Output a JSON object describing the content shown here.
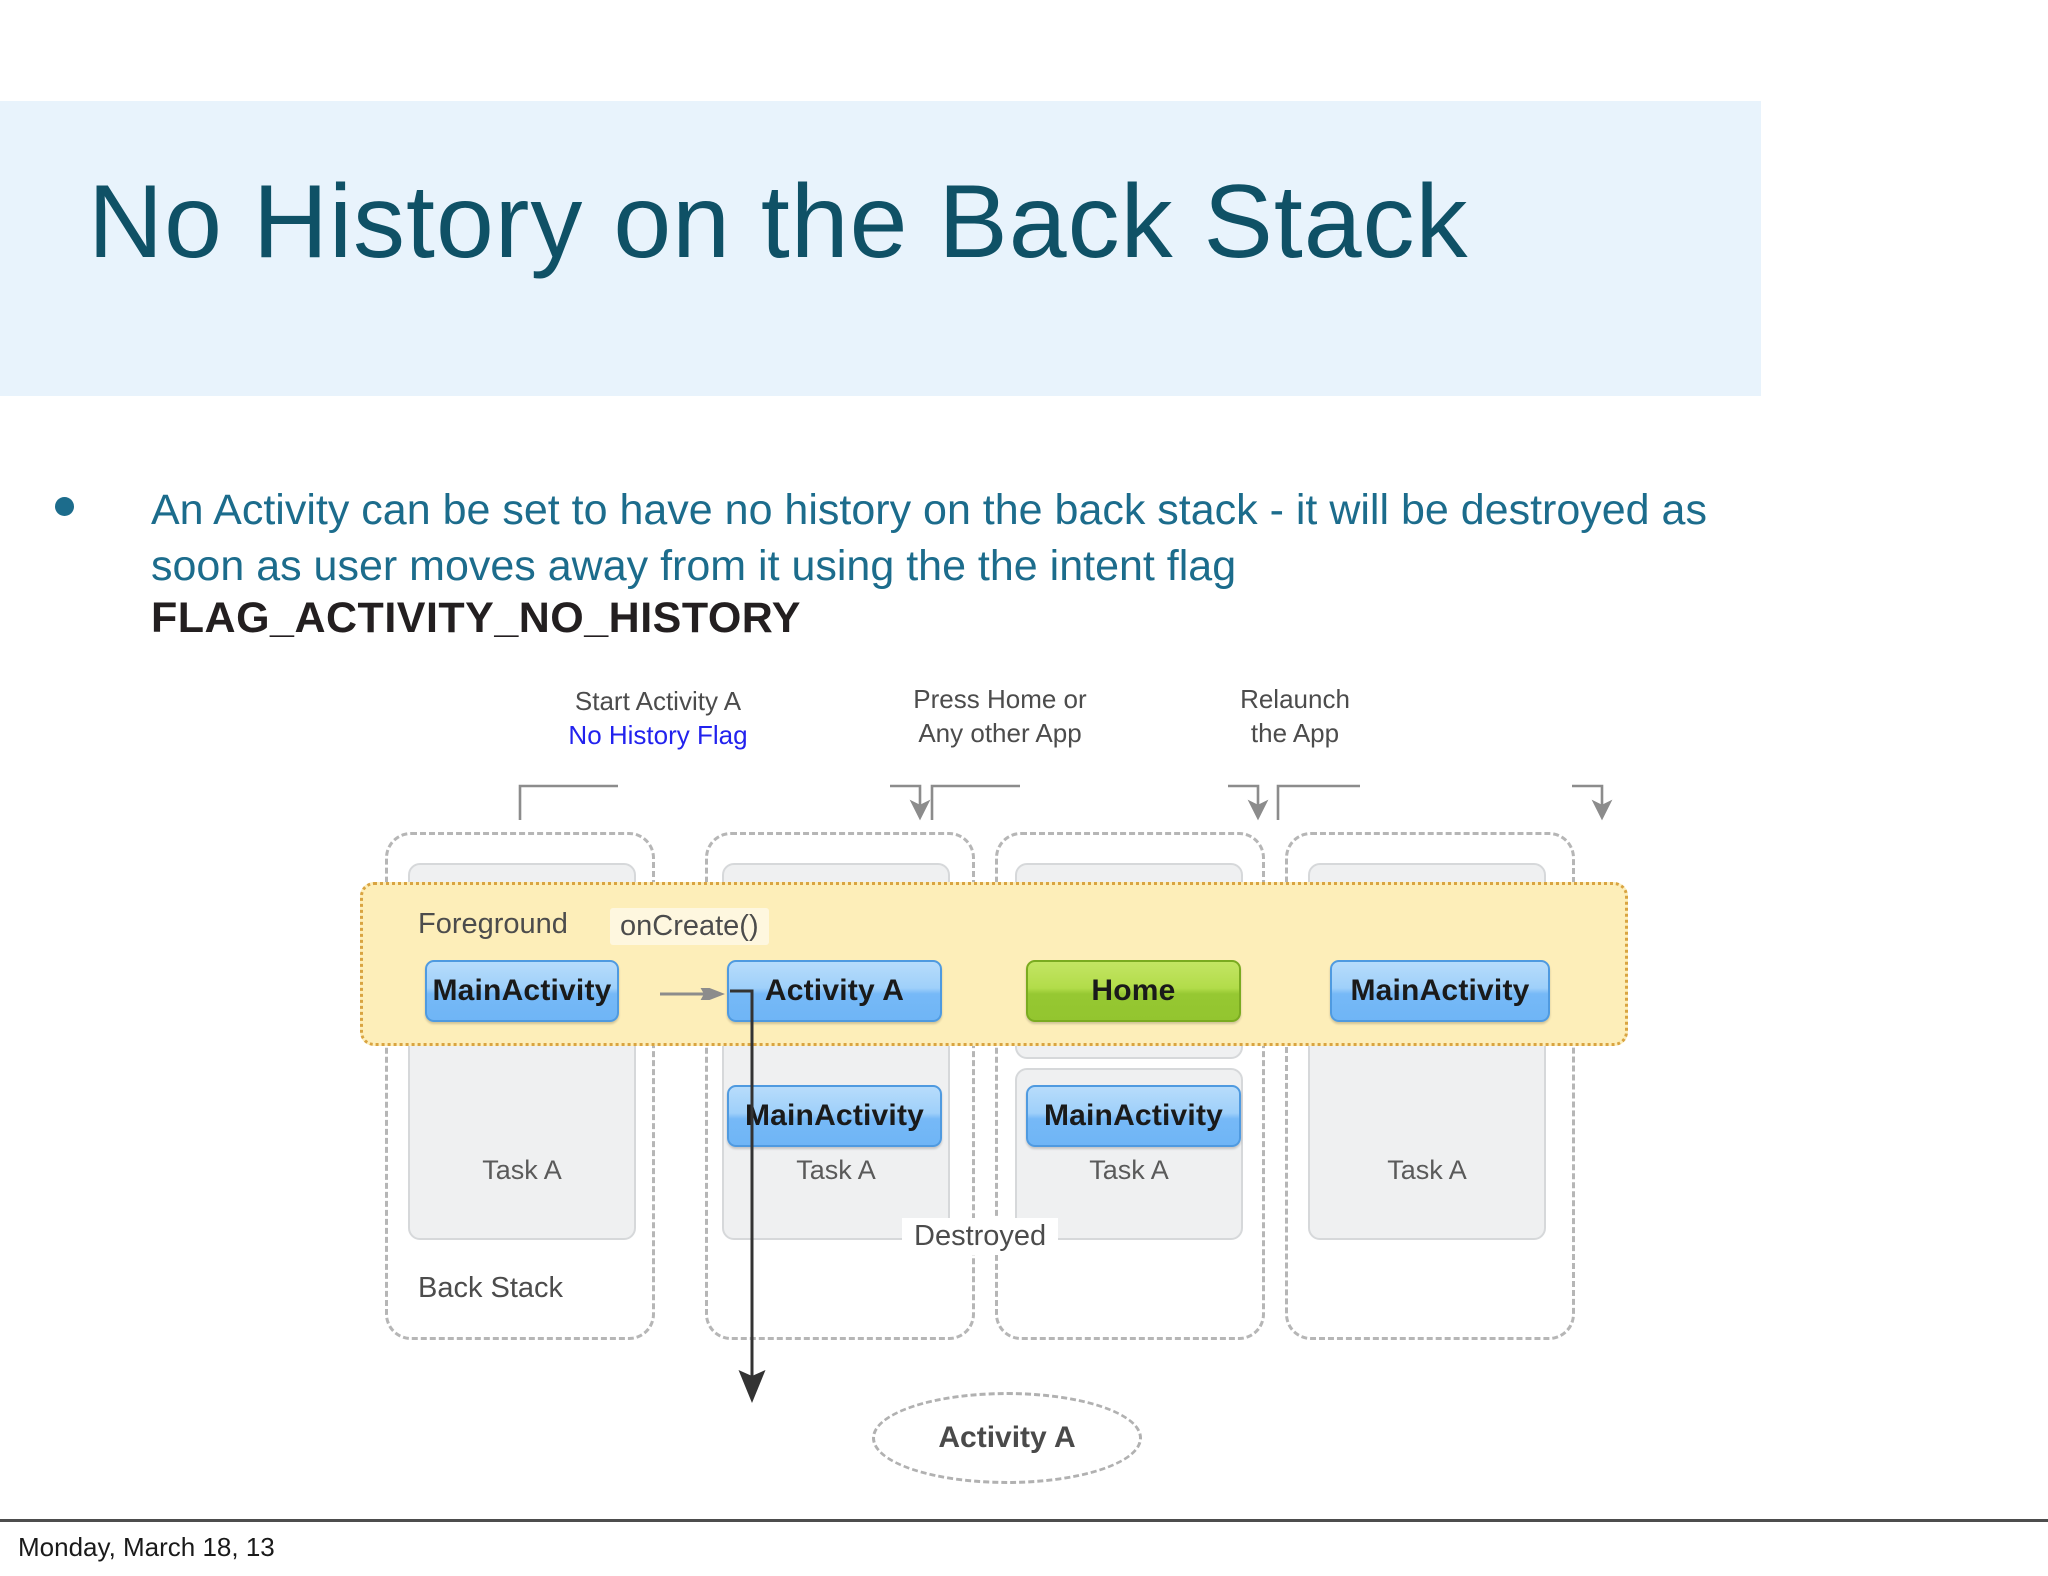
{
  "slide": {
    "title": "No History on the Back Stack",
    "bullet": "An Activity can be set to have no history on the back stack - it will be destroyed as soon as user moves away from it using the the intent flag",
    "flag_constant": "FLAG_ACTIVITY_NO_HISTORY",
    "footer_date": "Monday, March 18, 13"
  },
  "colors": {
    "title_text": "#0f5166",
    "banner_bg": "#e8f3fc",
    "bullet_text": "#1c6c8c",
    "flag_text": "#231f20",
    "foreground_band": "#fdeeb9",
    "foreground_border": "#d9a441",
    "chip_blue": "#8cc6f8",
    "chip_green": "#a8d63f",
    "task_box": "#eff0f1",
    "dashed_outline": "#b6b6b6",
    "flag_callout": "#2222ee"
  },
  "diagram": {
    "callouts": [
      {
        "line1": "Start Activity A",
        "line2": "No History Flag",
        "line2_is_flag": true
      },
      {
        "line1": "Press Home or",
        "line2": "Any other App",
        "line2_is_flag": false
      },
      {
        "line1": "Relaunch",
        "line2": "the App",
        "line2_is_flag": false
      }
    ],
    "foreground_label": "Foreground",
    "oncreate_label": "onCreate()",
    "back_stack_label": "Back Stack",
    "destroyed_label": "Destroyed",
    "destroyed_activity": "Activity A",
    "columns": [
      {
        "index": 1,
        "task_label": "Task A",
        "foreground_chip": {
          "text": "MainActivity",
          "color": "blue"
        },
        "stack_chips": []
      },
      {
        "index": 2,
        "task_label": "Task A",
        "foreground_chip": {
          "text": "Activity A",
          "color": "blue"
        },
        "stack_chips": [
          {
            "text": "MainActivity",
            "color": "blue"
          }
        ]
      },
      {
        "index": 3,
        "task_label": "Task A",
        "foreground_chip": {
          "text": "Home",
          "color": "green"
        },
        "stack_chips": [
          {
            "text": "MainActivity",
            "color": "blue"
          }
        ]
      },
      {
        "index": 4,
        "task_label": "Task A",
        "foreground_chip": {
          "text": "MainActivity",
          "color": "blue"
        },
        "stack_chips": []
      }
    ]
  }
}
